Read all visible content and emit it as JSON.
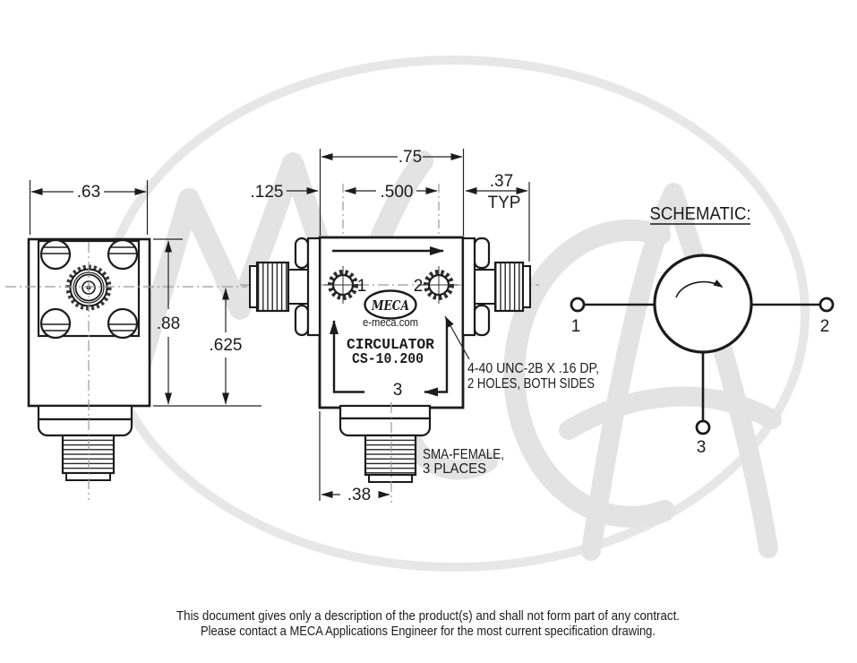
{
  "colors": {
    "line": "#1b1b1b",
    "centerline": "#9a9a9a",
    "watermark": "#e3e3e3",
    "watermark_ring": "#e7e7e7"
  },
  "left_view": {
    "width_dim": ".63",
    "height_dim": ".88",
    "center_dim": ".625"
  },
  "front_view": {
    "width_dim": ".75",
    "hole_spacing_dim": ".500",
    "offset_dim": ".125",
    "connector_dim": ".37",
    "connector_dim_suffix": "TYP",
    "port3_dim": ".38",
    "port1": "1",
    "port2": "2",
    "port3": "3",
    "logo_text": "MECA",
    "logo_url": "e-meca.com",
    "product_line1": "CIRCULATOR",
    "product_line2": "CS-10.200",
    "note_holes_line1": "4-40 UNC-2B X .16 DP,",
    "note_holes_line2": "2 HOLES, BOTH SIDES",
    "note_sma_line1": "SMA-FEMALE,",
    "note_sma_line2": "3 PLACES"
  },
  "schematic": {
    "title": "SCHEMATIC:",
    "port1": "1",
    "port2": "2",
    "port3": "3"
  },
  "footer": {
    "line1": "This document gives only a description of the product(s) and shall not form part of any contract.",
    "line2": "Please contact a MECA Applications Engineer for the most current specification drawing."
  }
}
